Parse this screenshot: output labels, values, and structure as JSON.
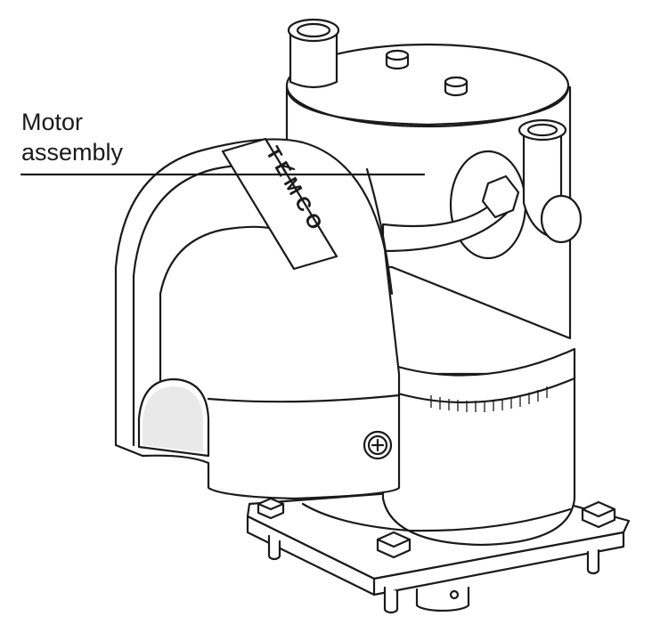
{
  "callout": {
    "line1": "Motor",
    "line2": "assembly"
  },
  "cover_label": "TEMCO",
  "colors": {
    "stroke": "#1a1a1a",
    "background": "#ffffff"
  }
}
